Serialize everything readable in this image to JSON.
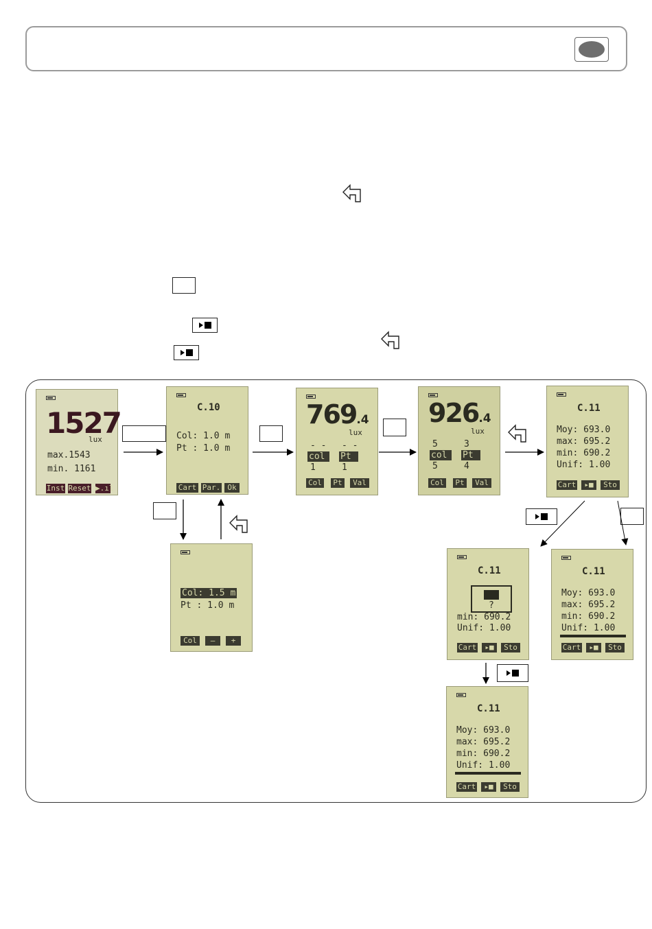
{
  "screens": {
    "s1": {
      "reading": "1527",
      "unit": "lux",
      "max": "max.1543",
      "min": "min. 1161",
      "softkeys": [
        "Inst",
        "Reset",
        "▶.ıl"
      ]
    },
    "s2": {
      "title": "C.10",
      "col": "Col: 1.0 m",
      "pt": "Pt : 1.0 m",
      "softkeys": [
        "Cart",
        "Par.",
        "Ok"
      ]
    },
    "s3": {
      "reading": "769",
      "decimal": ".4",
      "unit": "lux",
      "dashes_col": "- -",
      "dashes_pt": "- -",
      "col_label": "col",
      "pt_label": "Pt",
      "col_val": "1",
      "pt_val": "1",
      "softkeys": [
        "Col",
        "Pt",
        "Val"
      ]
    },
    "s4": {
      "reading": "926",
      "decimal": ".4",
      "unit": "lux",
      "top_col": "5",
      "top_pt": "3",
      "col_label": "col",
      "pt_label": "Pt",
      "col_val": "5",
      "pt_val": "4",
      "softkeys": [
        "Col",
        "Pt",
        "Val"
      ]
    },
    "s5": {
      "title": "C.11",
      "moy": "Moy: 693.0",
      "max": "max: 695.2",
      "min": "min: 690.2",
      "unif": "Unif: 1.00",
      "softkeys": [
        "Cart",
        "",
        "Sto"
      ]
    },
    "s6": {
      "col": "Col: 1.5 m",
      "pt": "Pt : 1.0 m",
      "softkeys": [
        "Col",
        "–",
        "+"
      ]
    },
    "s7": {
      "title": "C.11",
      "question": "?",
      "min": "min: 690.2",
      "unif": "Unif: 1.00",
      "softkeys": [
        "Cart",
        "",
        "Sto"
      ]
    },
    "s8": {
      "title": "C.11",
      "moy": "Moy: 693.0",
      "max": "max: 695.2",
      "min": "min: 690.2",
      "unif": "Unif: 1.00",
      "softkeys": [
        "Cart",
        "",
        "Sto"
      ]
    },
    "s9": {
      "title": "C.11",
      "moy": "Moy: 693.0",
      "max": "max: 695.2",
      "min": "min: 690.2",
      "unif": "Unif: 1.00",
      "softkeys": [
        "Cart",
        "",
        "Sto"
      ]
    }
  },
  "icons": {
    "return": "return-arrow-icon",
    "play_stop": "play-stop-icon",
    "header_badge": "grey-oval-badge"
  }
}
